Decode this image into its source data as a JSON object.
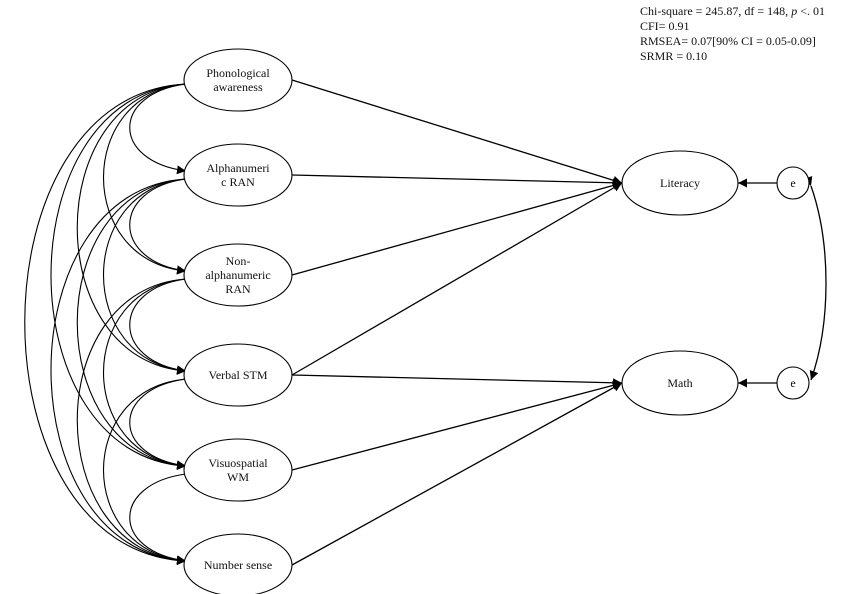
{
  "fit_stats": {
    "chi_square_prefix": "Chi-square = 245.87, df = 148, ",
    "p_symbol": "p",
    "chi_square_suffix": " <. 01",
    "cfi": "CFI= 0.91",
    "rmsea": "RMSEA= 0.07[90% CI = 0.05-0.09]",
    "srmr": "SRMR = 0.10"
  },
  "predictors": [
    {
      "id": "pa",
      "lines": [
        "Phonological",
        "awareness"
      ]
    },
    {
      "id": "ran1",
      "lines": [
        "Alphanumeri",
        "c RAN"
      ]
    },
    {
      "id": "ran2",
      "lines": [
        "Non-",
        "alphanumeric",
        "RAN"
      ]
    },
    {
      "id": "vstm",
      "lines": [
        "Verbal STM"
      ]
    },
    {
      "id": "vswm",
      "lines": [
        "Visuospatial",
        "WM"
      ]
    },
    {
      "id": "ns",
      "lines": [
        "Number sense"
      ]
    }
  ],
  "outcomes": [
    {
      "id": "literacy",
      "label": "Literacy",
      "error": "e"
    },
    {
      "id": "math",
      "label": "Math",
      "error": "e"
    }
  ],
  "paths": [
    {
      "from": "pa",
      "to": "literacy"
    },
    {
      "from": "ran1",
      "to": "literacy"
    },
    {
      "from": "ran2",
      "to": "literacy"
    },
    {
      "from": "vstm",
      "to": "literacy"
    },
    {
      "from": "vstm",
      "to": "math"
    },
    {
      "from": "vswm",
      "to": "math"
    },
    {
      "from": "ns",
      "to": "math"
    }
  ]
}
